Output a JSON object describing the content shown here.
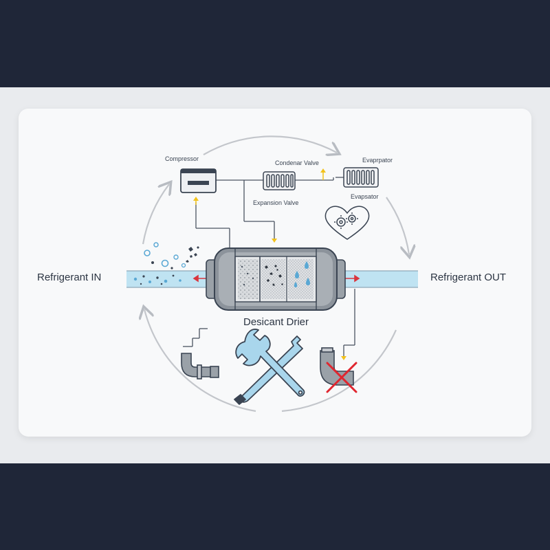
{
  "labels": {
    "compressor": "Compressor",
    "condenser_valve": "Condenar Valve",
    "evaporator_top": "Evaprpator",
    "evaporator_lower": "Evapsator",
    "expansion_valve": "Expansion Valve",
    "refrigerant_in": "Refrigerant IN",
    "refrigerant_out": "Refrigerant OUT",
    "desiccant_drier": "Desicant Drier"
  },
  "colors": {
    "background_band": "#1f2638",
    "card": "#f8f9fa",
    "pipe_blue": "#bfe3f2",
    "outline": "#3a4452",
    "flow_arrow_red": "#d9363e",
    "flow_arrow_yellow": "#f2c21b",
    "tool_blue": "#a9d6ec",
    "cross_red": "#e0262f"
  },
  "icons": [
    "compressor-icon",
    "condenser-coil-icon",
    "evaporator-coil-icon",
    "heart-gears-icon",
    "desiccant-drier-icon",
    "debris-icon",
    "water-droplet-icon",
    "wrench-screwdriver-icon",
    "pipe-elbow-icon",
    "red-cross-icon",
    "cycle-arrow-icon"
  ]
}
